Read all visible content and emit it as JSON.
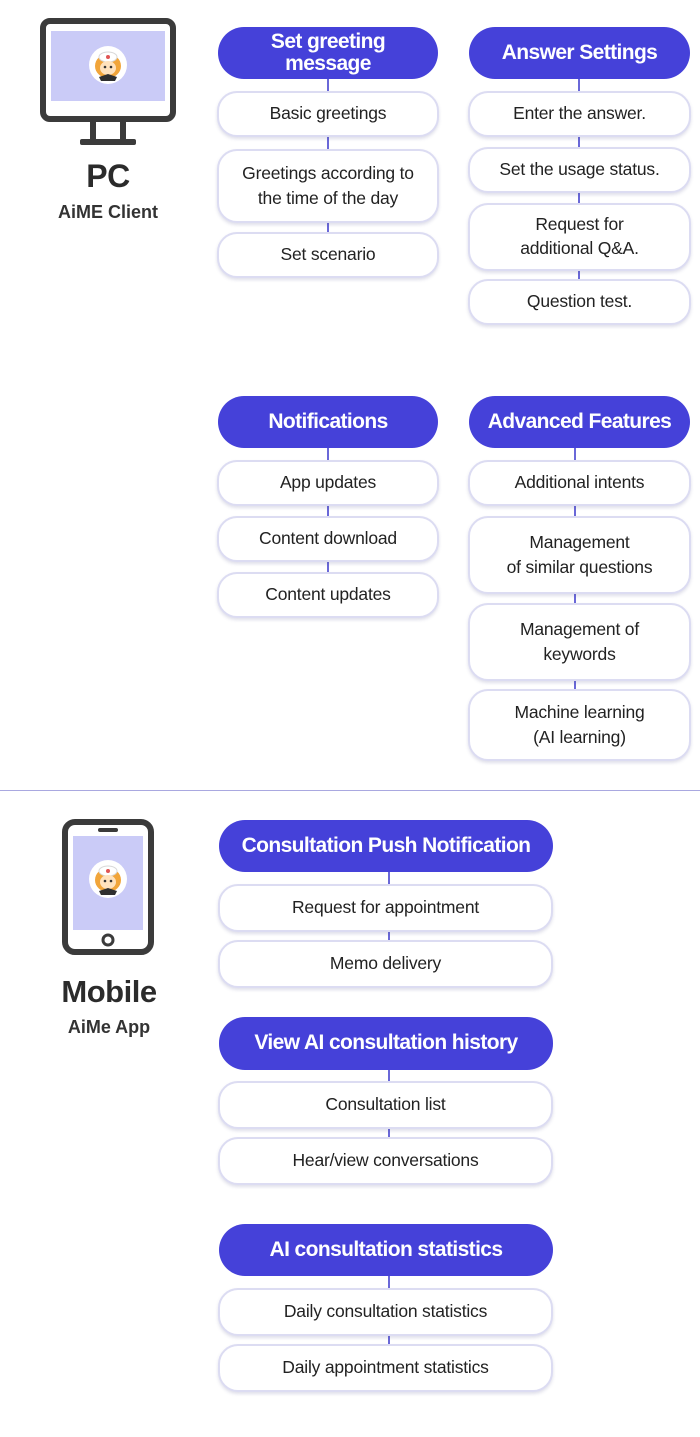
{
  "pc": {
    "title": "PC",
    "subtitle": "AiME Client",
    "columns": [
      {
        "groups": [
          {
            "header": "Set greeting\nmessage",
            "items": [
              "Basic greetings",
              "Greetings according to\nthe time of the day",
              "Set scenario"
            ]
          },
          {
            "header": "Notifications",
            "items": [
              "App updates",
              "Content download",
              "Content updates"
            ]
          }
        ]
      },
      {
        "groups": [
          {
            "header": "Answer Settings",
            "items": [
              "Enter the answer.",
              "Set the usage status.",
              "Request for\nadditional Q&A.",
              "Question test."
            ]
          },
          {
            "header": "Advanced Features",
            "items": [
              "Additional intents",
              "Management\nof similar questions",
              "Management of\nkeywords",
              "Machine learning\n(AI learning)"
            ]
          }
        ]
      }
    ]
  },
  "mobile": {
    "title": "Mobile",
    "subtitle": "AiMe App",
    "groups": [
      {
        "header": "Consultation Push Notification",
        "items": [
          "Request for appointment",
          "Memo delivery"
        ]
      },
      {
        "header": "View AI consultation history",
        "items": [
          "Consultation list",
          "Hear/view conversations"
        ]
      },
      {
        "header": "AI consultation statistics",
        "items": [
          "Daily consultation statistics",
          "Daily appointment statistics"
        ]
      }
    ]
  },
  "icons": {
    "monitor": "monitor-icon",
    "phone": "smartphone-icon",
    "mascot": "mascot-avatar-icon"
  },
  "colors": {
    "accent": "#4541d9",
    "screen": "#cacbf7",
    "pill_border": "#dcdcf2",
    "divider": "#a9a8e0"
  }
}
